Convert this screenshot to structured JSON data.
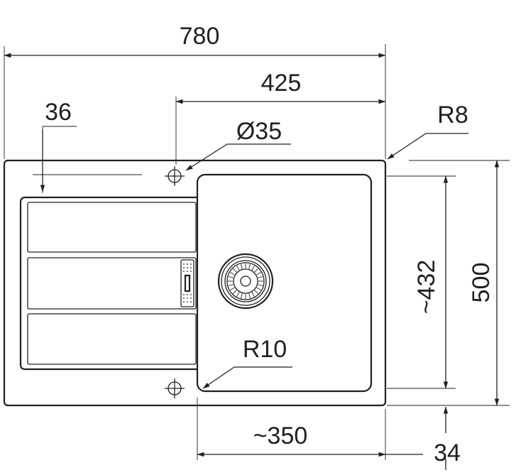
{
  "dimensions": {
    "overall_width": "780",
    "bowl_offset_width": "425",
    "drainer_inset": "36",
    "tap_hole_diameter": "Ø35",
    "outer_radius": "R8",
    "bowl_depth": "~432",
    "overall_depth": "500",
    "bowl_radius": "R10",
    "bowl_width": "~350",
    "rear_offset": "34"
  }
}
